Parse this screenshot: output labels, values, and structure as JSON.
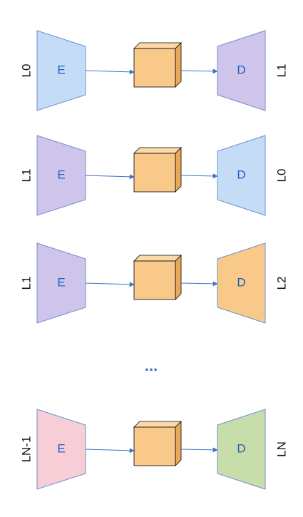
{
  "colors": {
    "text_blue": "#1f5fbf",
    "arrow": "#4472c4",
    "cube_fill": "#f9c98a",
    "cube_side": "#e9a95a",
    "cube_top": "#fbd9a8",
    "light_blue": "#c4dcf6",
    "lavender": "#cfc5ea",
    "peach": "#f9c98a",
    "pink": "#f7cdd6",
    "green": "#c8deaa"
  },
  "rows": [
    {
      "left_label": "L0",
      "right_label": "L1",
      "encoder": {
        "label": "E",
        "color": "light_blue"
      },
      "decoder": {
        "label": "D",
        "color": "lavender"
      }
    },
    {
      "left_label": "L1",
      "right_label": "L0",
      "encoder": {
        "label": "E",
        "color": "lavender"
      },
      "decoder": {
        "label": "D",
        "color": "light_blue"
      }
    },
    {
      "left_label": "L1",
      "right_label": "L2",
      "encoder": {
        "label": "E",
        "color": "lavender"
      },
      "decoder": {
        "label": "D",
        "color": "peach"
      }
    },
    {
      "left_label": "LN-1",
      "right_label": "LN",
      "encoder": {
        "label": "E",
        "color": "pink"
      },
      "decoder": {
        "label": "D",
        "color": "green"
      }
    }
  ],
  "ellipsis": "..."
}
